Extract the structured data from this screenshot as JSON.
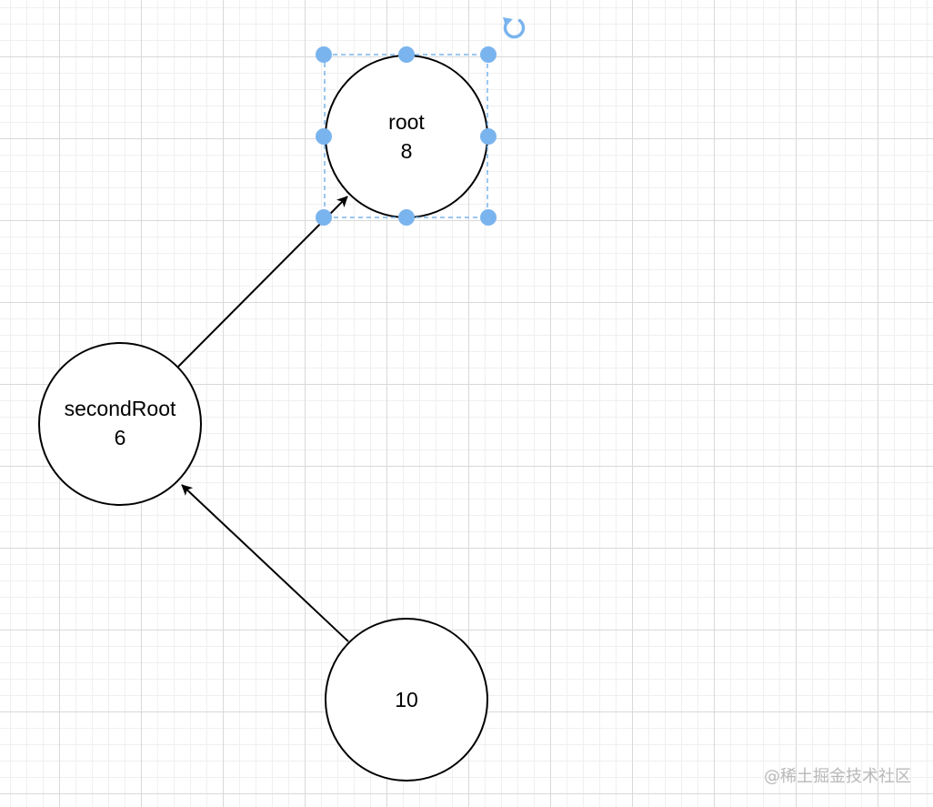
{
  "nodes": {
    "root": {
      "line1": "root",
      "line2": "8"
    },
    "second_root": {
      "line1": "secondRoot",
      "line2": "6"
    },
    "leaf": {
      "line1": "10"
    }
  },
  "watermark": "@稀土掘金技术社区",
  "colors": {
    "selection": "#7ab4ee",
    "stroke": "#000000",
    "grid_major": "#d9d9d9",
    "grid_minor": "#f0f0f0"
  },
  "icons": [
    "rotate-icon"
  ]
}
